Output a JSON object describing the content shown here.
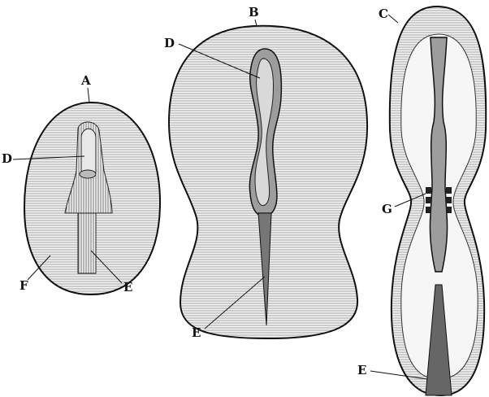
{
  "figures": [
    {
      "id": "A",
      "labels": {
        "top": "A",
        "d": "D",
        "f": "F",
        "e": "E"
      }
    },
    {
      "id": "B",
      "labels": {
        "top": "B",
        "d": "D",
        "e": "E"
      }
    },
    {
      "id": "C",
      "labels": {
        "top": "C",
        "g": "G",
        "e": "E"
      }
    }
  ],
  "colors": {
    "ink": "#111111",
    "paper": "#ffffff",
    "fill": "#e6e6e6"
  }
}
